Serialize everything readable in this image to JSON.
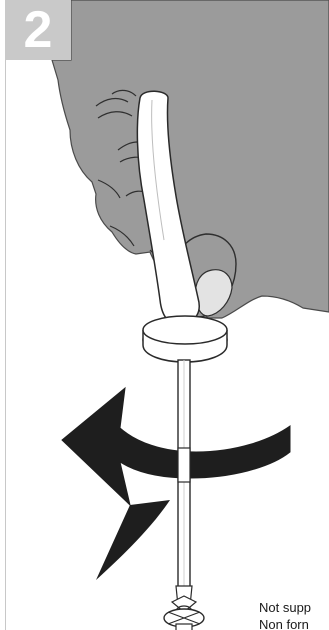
{
  "step": {
    "number": "2"
  },
  "illustration": {
    "icons": [
      "hand-icon",
      "screwdriver-icon",
      "rotation-arrow-icon",
      "screw-icon"
    ],
    "colors": {
      "hand": "#9b9b9b",
      "arrow": "#1e1e1e",
      "badge": "#c9c9c9",
      "outline": "#2a2a2a"
    }
  },
  "footnote": {
    "line1": "Not supp",
    "line2": "Non forn"
  }
}
